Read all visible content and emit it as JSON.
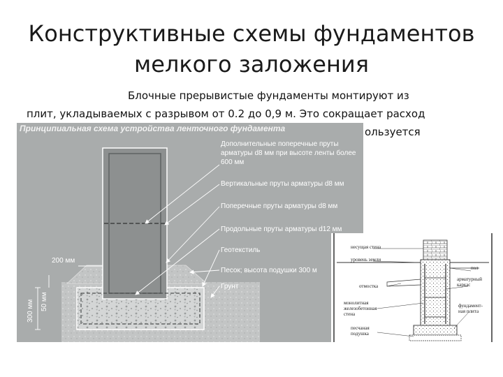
{
  "slide": {
    "title_line1": "Конструктивные схемы фундаментов",
    "title_line2": "мелкого заложения",
    "body_line1": "Блочные прерывистые фундаменты  монтируют из",
    "body_line2": "плит, укладываемых с разрывом от 0.2 до 0,9 м. Это сокращает расход",
    "body_line3": "ользуется"
  },
  "diagram": {
    "title": "Принципиальная схема устройства ленточного фундамента",
    "labels": {
      "extra_rebar": "Дополнительные поперечные пруты арматуры d8 мм при высоте ленты более 600 мм",
      "vertical_rebar": "Вертикальные пруты арматуры d8 мм",
      "cross_rebar": "Поперечные пруты арматуры d8 мм",
      "long_rebar": "Продольные пруты арматуры d12 мм",
      "geotextile": "Геотекстиль",
      "sand": "Песок; высота подушки 300 м",
      "soil": "Грунт"
    },
    "dims": {
      "width_200": "200 мм",
      "height_300": "300 мм",
      "height_50": "50 мм"
    },
    "colors": {
      "panel_bg": "#a9acac",
      "wall": "#8c8f8f",
      "concrete": "#d7d9d9",
      "sand": "#bfc1c1"
    }
  },
  "sketch": {
    "labels": {
      "bearing_wall": "несущая стена",
      "ground_level": "уровень земли",
      "backfill": "отмостка",
      "rc_wall_1": "монолитная",
      "rc_wall_2": "железобетонная",
      "rc_wall_3": "стена",
      "sand_cushion_1": "песчаная",
      "sand_cushion_2": "подушка",
      "floor": "пол",
      "rebar_cage_1": "арматурный",
      "rebar_cage_2": "каркас",
      "found_slab_1": "фундамент-",
      "found_slab_2": "ная плита"
    }
  }
}
